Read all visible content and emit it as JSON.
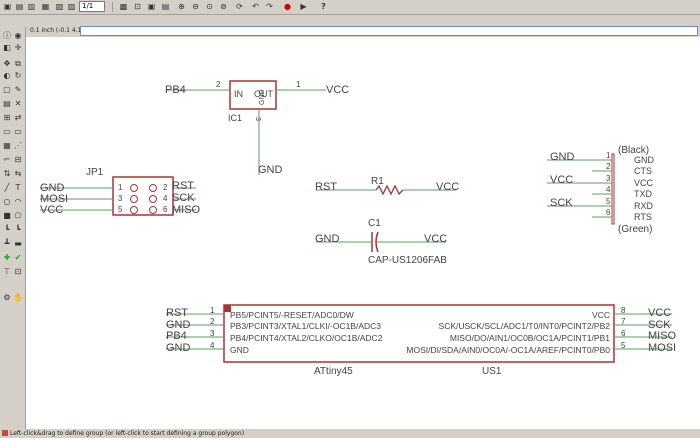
{
  "toolbar": {
    "page_select": "1/1",
    "buttons": [
      "open",
      "save",
      "print",
      "cam",
      "board-switch",
      "zoom-fit",
      "zoom-in",
      "zoom-out",
      "zoom-undo",
      "zoom-select",
      "undo",
      "redo",
      "stop",
      "go",
      "help"
    ]
  },
  "coordinates": "0.1 inch (-0.1 4.1)",
  "status": "Left-click&drag to define group (or left-click to start defining a group polygon)",
  "schematic": {
    "ic1": {
      "name": "IC1",
      "pin_in": "IN",
      "pin_out": "OUT",
      "pin_gnd": "GND",
      "pin_in_num": "2",
      "pin_out_num": "1",
      "pin_gnd_num": "3",
      "net_in": "PB4",
      "net_out": "VCC",
      "net_gnd": "GND"
    },
    "jp1": {
      "name": "JP1",
      "left_nets": [
        "GND",
        "MOSI",
        "VCC"
      ],
      "left_nums": [
        "1",
        "3",
        "5"
      ],
      "right_nums": [
        "2",
        "4",
        "6"
      ],
      "right_nets": [
        "RST",
        "SCK",
        "MISO"
      ]
    },
    "r1": {
      "name": "R1",
      "left": "RST",
      "right": "VCC"
    },
    "c1": {
      "name": "C1",
      "value": "CAP-US1206FAB",
      "left": "GND",
      "right": "VCC"
    },
    "ftdi": {
      "top_label": "(Black)",
      "bottom_label": "(Green)",
      "pins": [
        "GND",
        "CTS",
        "VCC",
        "TXD",
        "RXD",
        "RTS"
      ],
      "nums": [
        "1",
        "2",
        "3",
        "4",
        "5",
        "6"
      ],
      "nets": [
        "GND",
        "",
        "VCC",
        "",
        "SCK",
        ""
      ]
    },
    "us1": {
      "name": "US1",
      "value": "ATtiny45",
      "left_pins": [
        "PB5/PCINT5/-RESET/ADC0/DW",
        "PB3/PCINT3/XTAL1/CLKI/-OC1B/ADC3",
        "PB4/PCINT4/XTAL2/CLKO/OC1B/ADC2",
        "GND"
      ],
      "left_nums": [
        "1",
        "2",
        "3",
        "4"
      ],
      "left_nets": [
        "RST",
        "GND",
        "PB4",
        "GND"
      ],
      "right_pins": [
        "VCC",
        "SCK/USCK/SCL/ADC1/T0/INT0/PCINT2/PB2",
        "MISO/DO/AIN1/OC0B/OC1A/PCINT1/PB1",
        "MOSI/DI/SDA/AIN0/OC0A/-OC1A/AREF/PCINT0/PB0"
      ],
      "right_nums": [
        "8",
        "7",
        "6",
        "5"
      ],
      "right_nets": [
        "VCC",
        "SCK",
        "MISO",
        "MOSI"
      ]
    }
  }
}
